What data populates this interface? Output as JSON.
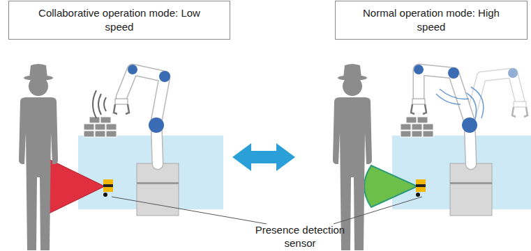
{
  "diagram": {
    "nodes": [
      {
        "text": [
          "Collaborative operation mode: Low speed"
        ]
      },
      {
        "text": [
          "Normal operation mode: High speed"
        ]
      }
    ],
    "labels": [
      "Presence detection sensor"
    ]
  }
}
